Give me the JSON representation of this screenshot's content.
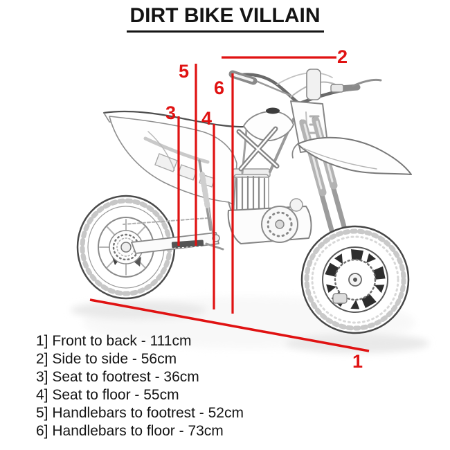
{
  "title": "DIRT BIKE VILLAIN",
  "colors": {
    "accent_red": "#e01212",
    "ink": "#141414",
    "sketch_gray": "#8f8f8f"
  },
  "measurements": [
    {
      "num": "1",
      "name": "Front to back",
      "value": "111cm",
      "legend_text": "1] Front to back - 111cm"
    },
    {
      "num": "2",
      "name": "Side to side",
      "value": "56cm",
      "legend_text": "2] Side to side - 56cm"
    },
    {
      "num": "3",
      "name": "Seat to footrest",
      "value": "36cm",
      "legend_text": "3] Seat to footrest - 36cm"
    },
    {
      "num": "4",
      "name": "Seat to floor",
      "value": "55cm",
      "legend_text": "4] Seat to floor - 55cm"
    },
    {
      "num": "5",
      "name": "Handlebars to footrest",
      "value": "52cm",
      "legend_text": "5] Handlebars to footrest - 52cm"
    },
    {
      "num": "6",
      "name": "Handlebars to floor",
      "value": "73cm",
      "legend_text": "6] Handlebars to floor - 73cm"
    }
  ]
}
